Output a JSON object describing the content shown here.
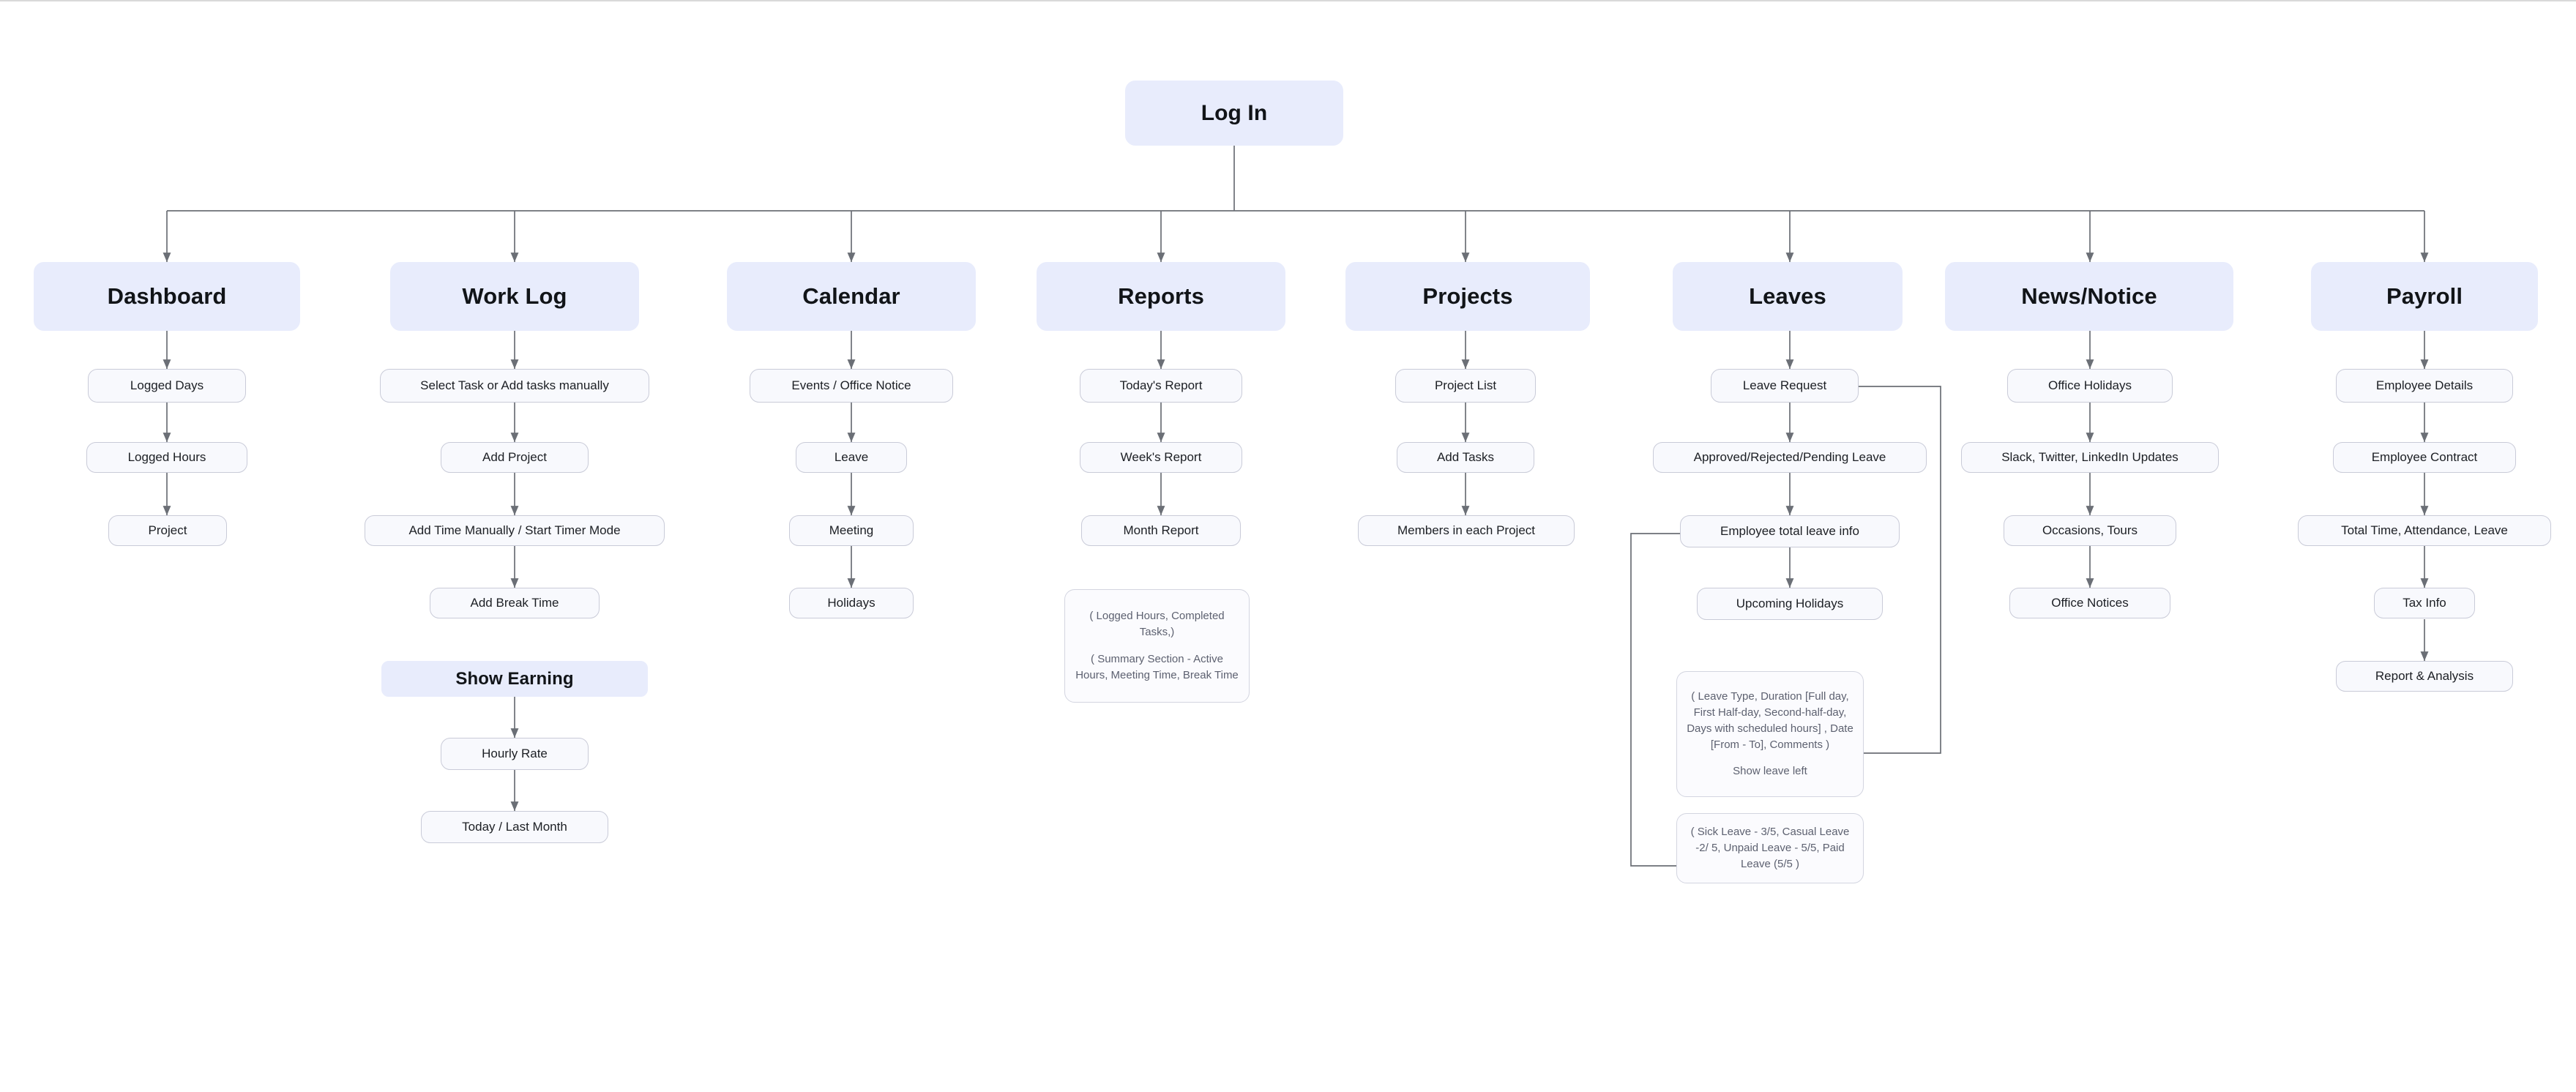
{
  "diagram": {
    "title": "Log In",
    "root": {
      "label": "Log In"
    },
    "branches": [
      {
        "id": "dashboard",
        "label": "Dashboard",
        "steps": [
          "Logged Days",
          "Logged Hours",
          "Project"
        ]
      },
      {
        "id": "work-log",
        "label": "Work Log",
        "steps": [
          "Select Task or Add tasks manually",
          "Add Project",
          "Add Time Manually / Start Timer Mode",
          "Add Break Time"
        ],
        "sub_header": "Show Earning",
        "sub_steps": [
          "Hourly Rate",
          "Today / Last Month"
        ]
      },
      {
        "id": "calendar",
        "label": "Calendar",
        "steps": [
          "Events / Office Notice",
          "Leave",
          "Meeting",
          "Holidays"
        ]
      },
      {
        "id": "reports",
        "label": "Reports",
        "steps": [
          "Today's Report",
          "Week's Report",
          "Month Report"
        ],
        "notes": [
          {
            "lines": [
              "( Logged Hours, Completed Tasks,)",
              "( Summary Section - Active Hours, Meeting Time, Break Time"
            ]
          }
        ]
      },
      {
        "id": "projects",
        "label": "Projects",
        "steps": [
          "Project List",
          "Add Tasks",
          "Members in each Project"
        ]
      },
      {
        "id": "leaves",
        "label": "Leaves",
        "steps": [
          "Leave Request",
          "Approved/Rejected/Pending Leave",
          "Employee total leave info",
          "Upcoming Holidays"
        ],
        "notes": [
          {
            "lines": [
              "( Leave Type, Duration [Full day, First Half-day, Second-half-day, Days with scheduled hours] , Date [From - To], Comments )",
              "Show leave left"
            ]
          },
          {
            "lines": [
              "( Sick Leave - 3/5, Casual Leave -2/ 5, Unpaid Leave - 5/5, Paid Leave (5/5 )"
            ]
          }
        ]
      },
      {
        "id": "news-notice",
        "label": "News/Notice",
        "steps": [
          "Office Holidays",
          "Slack, Twitter, LinkedIn Updates",
          "Occasions, Tours",
          "Office Notices"
        ]
      },
      {
        "id": "payroll",
        "label": "Payroll",
        "steps": [
          "Employee Details",
          "Employee Contract",
          "Total Time, Attendance, Leave",
          "Tax Info",
          "Report & Analysis"
        ]
      }
    ],
    "colors": {
      "header_fill": "#e8ecfc",
      "step_fill": "#f8f9fd",
      "step_border": "#c9cbd8",
      "note_border": "#d3d5e0",
      "note_text": "#5d6170",
      "connector": "#6b6f76",
      "page_background": "#ffffff"
    }
  }
}
